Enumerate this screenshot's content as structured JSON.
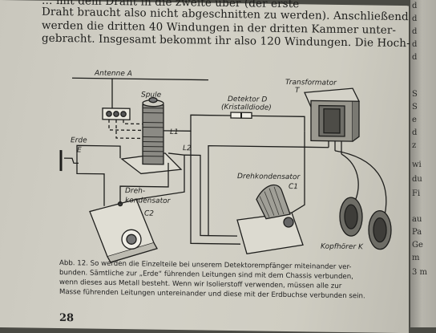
{
  "body_text": {
    "line1": "Draht braucht also nicht abgeschnitten zu werden). Anschließend",
    "line1_top": "… mit dem Draht in die zweite über (der erste",
    "line2": "werden die dritten 40 Windungen in der dritten Kammer unter-",
    "line3": "gebracht. Insgesamt bekommt ihr also 120 Windungen. Die Hoch-"
  },
  "diagram_labels": {
    "antenne": "Antenne A",
    "spule": "Spule",
    "l1": "L1",
    "l2": "L2",
    "erde": "Erde",
    "e": "E",
    "drehkondensator_left_1": "Dreh-",
    "drehkondensator_left_2": "kondensator",
    "c2": "C2",
    "detektor": "Detektor D",
    "kristalldiode": "(Kristalldiode)",
    "transformator": "Transformator",
    "t": "T",
    "drehkondensator_right": "Drehkondensator",
    "c1": "C1",
    "kopfhoerer": "Kopfhörer K"
  },
  "caption": {
    "line1": "Abb. 12. So werden die Einzelteile bei unserem Detektorempfänger miteinander ver-",
    "line2": "bunden. Sämtliche zur „Erde“ führenden Leitungen sind mit dem Chassis verbunden,",
    "line3": "wenn dieses aus Metall besteht. Wenn wir Isolierstoff verwenden, müssen alle zur",
    "line4": "Masse führenden Leitungen untereinander und diese mit der Erdbuchse verbunden sein."
  },
  "page_number": "28",
  "right_page_fragments": [
    "d",
    "d",
    "d",
    "d",
    "d",
    "S",
    "S",
    "e",
    "d",
    "z",
    "wi",
    "du",
    "Fi",
    "au",
    "Pa",
    "Ge",
    "m",
    "3 m"
  ]
}
